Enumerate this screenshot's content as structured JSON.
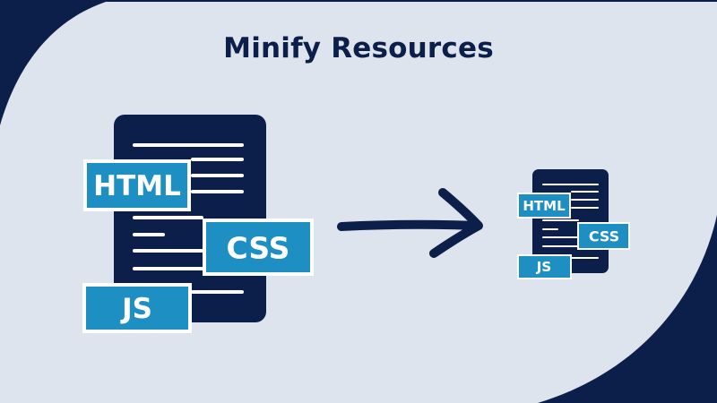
{
  "title": "Minify Resources",
  "colors": {
    "background": "#dde4ed",
    "navy": "#0c1f4a",
    "tag_fill": "#1e8fc2",
    "tag_border": "#ffffff"
  },
  "original_doc": {
    "tags": {
      "html": "HTML",
      "css": "CSS",
      "js": "JS"
    }
  },
  "minified_doc": {
    "tags": {
      "html": "HTML",
      "css": "CSS",
      "js": "JS"
    }
  },
  "arrow": {
    "icon": "arrow-right-icon"
  }
}
